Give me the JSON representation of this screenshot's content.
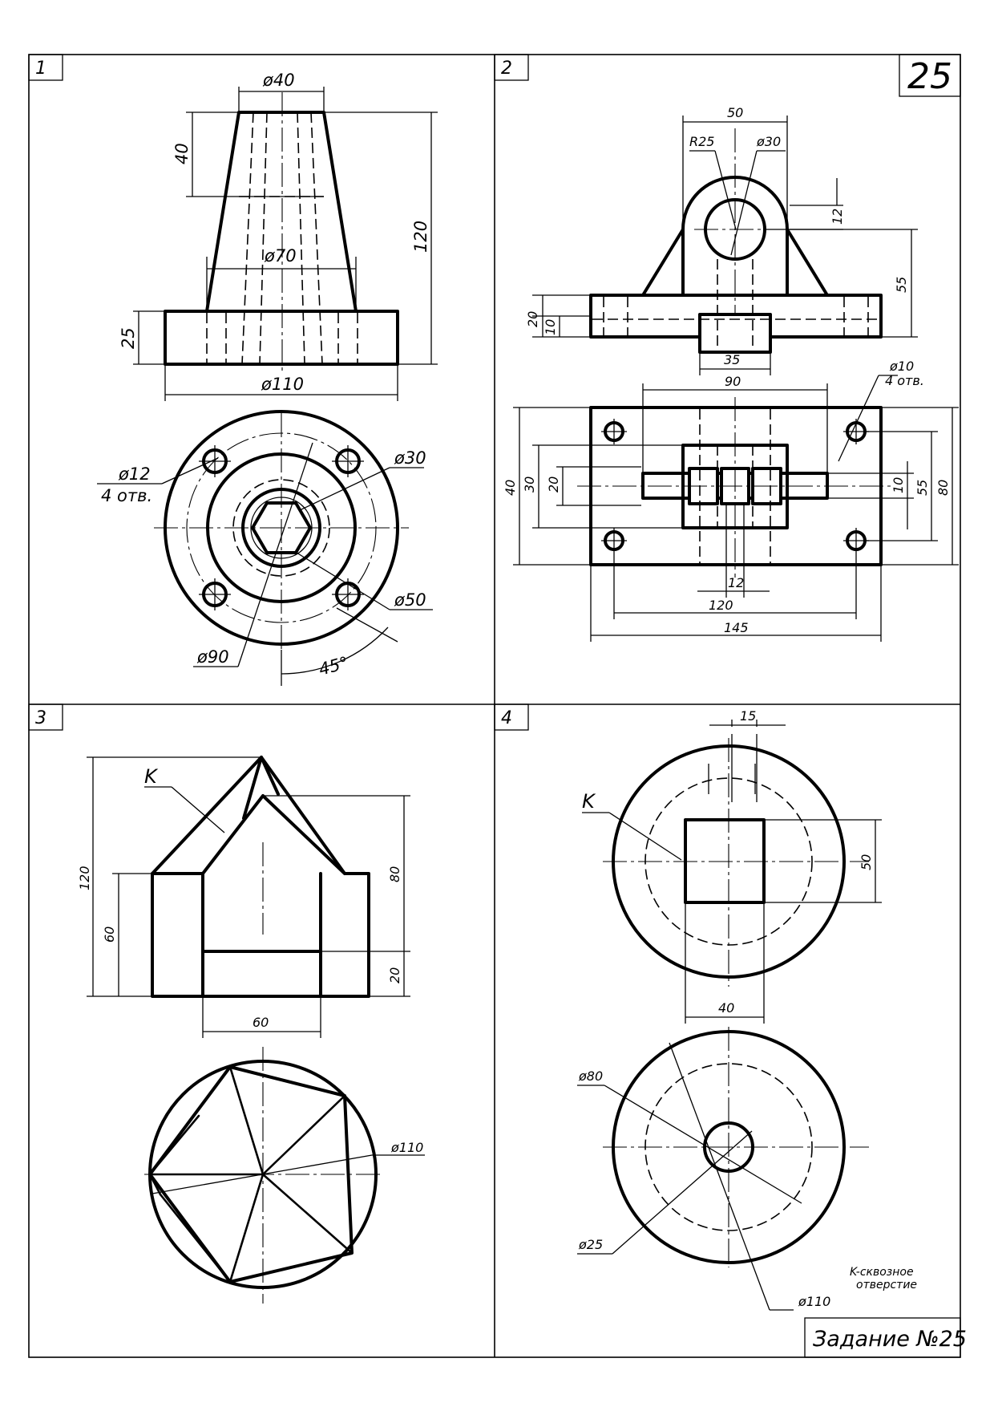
{
  "task_number": "25",
  "title_block": "Задание №25",
  "footnote": [
    "K-сквозное",
    "отверстие"
  ],
  "panels": [
    {
      "number": "1",
      "dimensions": {
        "top_diameter": "ø40",
        "height_40": "40",
        "mid_diameter": "ø70",
        "total_height": "120",
        "base_height": "25",
        "base_diameter": "ø110",
        "holes": "ø12",
        "holes_count": "4 отв.",
        "hex_circle": "ø30",
        "bore": "ø50",
        "bolt_circle": "ø90",
        "angle": "45°"
      }
    },
    {
      "number": "2",
      "dimensions": {
        "width_top": "50",
        "radius": "R25",
        "boss_diameter": "ø30",
        "dim_12": "12",
        "height_55": "55",
        "plate_20": "20",
        "plate_10": "10",
        "boss_35": "35",
        "hole_spacing_90": "90",
        "small_holes": "ø10",
        "small_holes_count": "4 отв.",
        "plan_40": "40",
        "plan_30": "30",
        "plan_20": "20",
        "plan_10": "10",
        "plan_55": "55",
        "plan_80": "80",
        "slot_12": "12",
        "holes_120": "120",
        "length_145": "145"
      }
    },
    {
      "number": "3",
      "dimensions": {
        "label_k": "K",
        "height_120": "120",
        "height_80": "80",
        "height_60": "60",
        "height_20": "20",
        "width_60": "60",
        "diameter_110": "ø110"
      }
    },
    {
      "number": "4",
      "dimensions": {
        "label_k": "K",
        "width_15": "15",
        "height_50": "50",
        "width_40": "40",
        "diameter_80": "ø80",
        "diameter_25": "ø25",
        "diameter_110": "ø110"
      }
    }
  ]
}
